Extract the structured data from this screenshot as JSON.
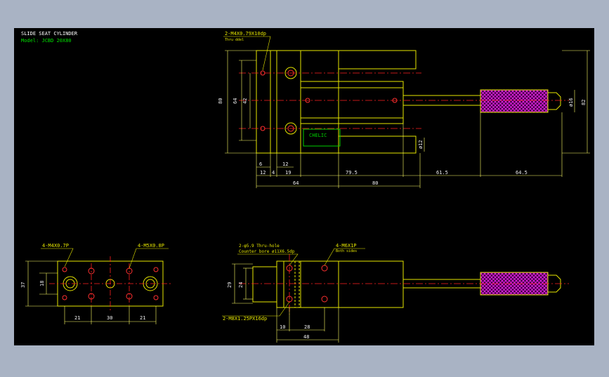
{
  "window": {
    "background": "#a9b3c4",
    "canvas_color": "#000000"
  },
  "title_block": {
    "title": "SLIDE SEAT CYLINDER",
    "model": "Model: JCBD 20X80"
  },
  "top_view": {
    "callout_holes": "2-M4X0.79X10dp",
    "callout_holes_sub": "Thru ddel",
    "brand": "CHELIC",
    "dims": {
      "height_80": "80",
      "height_64": "64",
      "height_42": "42",
      "height_82": "82",
      "rod_dia": "ø16",
      "small_dia": "ø12",
      "d6": "6",
      "d12a": "12",
      "d4": "4",
      "d19": "19",
      "d12b": "12",
      "d79_5": "79.5",
      "d61_5": "61.5",
      "d64_5": "64.5",
      "d64": "64",
      "d80": "80"
    }
  },
  "end_view": {
    "callout_left": "4-M4X0.7P",
    "callout_right": "4-M5X0.8P",
    "dims": {
      "h37": "37",
      "h18": "18",
      "w21a": "21",
      "w30": "30",
      "w21b": "21"
    }
  },
  "side_view": {
    "callout_thru": "2-φ5.9 Thru-hole",
    "callout_cbore": "Counter bore  ø11X6.5dp",
    "callout_m6": "4-M6X1P",
    "callout_m6_sub": "Both sides",
    "callout_m8": "2-M8X1.25PX16dp",
    "dims": {
      "h29": "29",
      "h24": "24",
      "w10": "10",
      "w28": "28",
      "w48": "48"
    }
  },
  "colors": {
    "outline": "#e6e600",
    "dimension": "#ffff66",
    "centerline": "#ff2020",
    "dim_text": "#f0f0f0",
    "callout": "#e6e600",
    "title": "#ffffff",
    "model": "#00e000",
    "hatch": "#e020e0"
  }
}
